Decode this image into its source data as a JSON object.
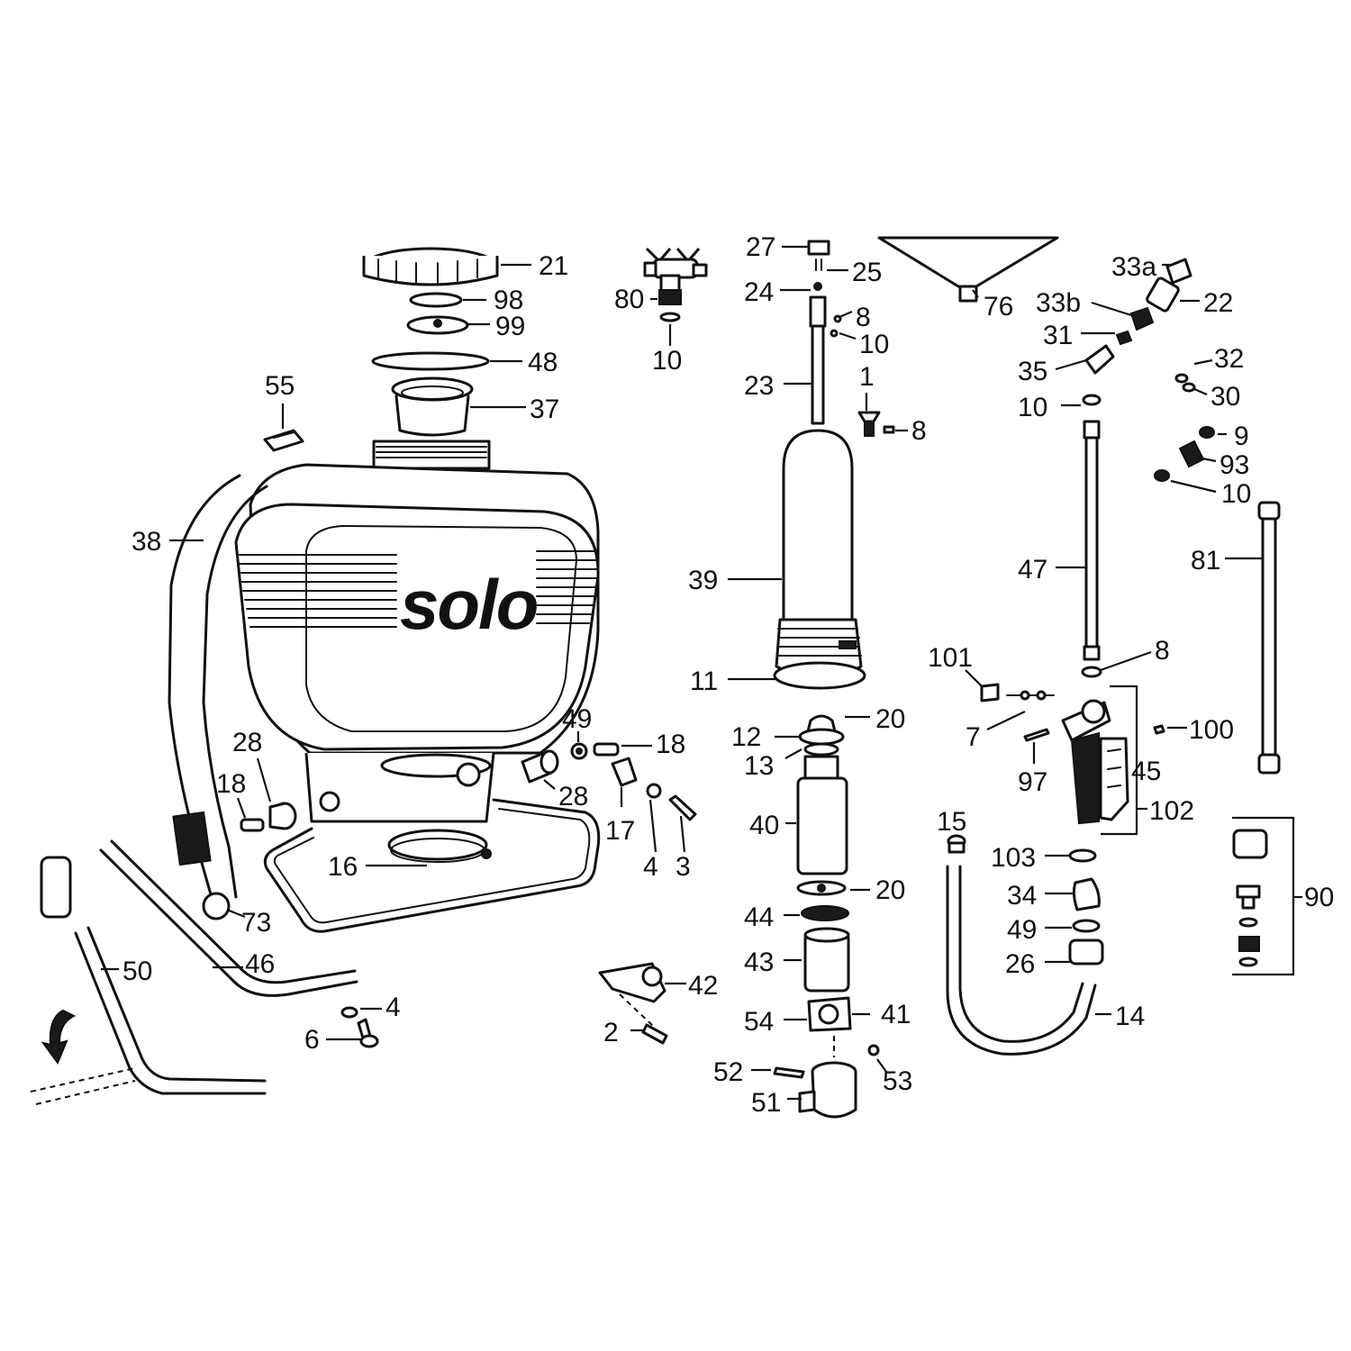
{
  "brand": {
    "logo_text": "solo"
  },
  "part_numbers": {
    "p21": "21",
    "p98": "98",
    "p99": "99",
    "p48": "48",
    "p37": "37",
    "p55": "55",
    "p38": "38",
    "p28a": "28",
    "p18a": "18",
    "p16": "16",
    "p73": "73",
    "p46": "46",
    "p50": "50",
    "p4a": "4",
    "p6": "6",
    "p49a": "49",
    "p18b": "18",
    "p28b": "28",
    "p17": "17",
    "p4b": "4",
    "p3": "3",
    "p42": "42",
    "p2": "2",
    "p80": "80",
    "p10a": "10",
    "p27": "27",
    "p25": "25",
    "p24": "24",
    "p8a": "8",
    "p10b": "10",
    "p23": "23",
    "p1": "1",
    "p8b": "8",
    "p39": "39",
    "p11": "11",
    "p20a": "20",
    "p12": "12",
    "p13": "13",
    "p40": "40",
    "p20b": "20",
    "p44": "44",
    "p43": "43",
    "p54": "54",
    "p41": "41",
    "p52": "52",
    "p53": "53",
    "p51": "51",
    "p76": "76",
    "p33a": "33a",
    "p22": "22",
    "p33b": "33b",
    "p31": "31",
    "p35": "35",
    "p32": "32",
    "p30": "30",
    "p10c": "10",
    "p9": "9",
    "p93": "93",
    "p10d": "10",
    "p47": "47",
    "p81": "81",
    "p8c": "8",
    "p101": "101",
    "p7": "7",
    "p100": "100",
    "p97": "97",
    "p45": "45",
    "p102": "102",
    "p15": "15",
    "p103": "103",
    "p34": "34",
    "p49b": "49",
    "p26": "26",
    "p14": "14",
    "p90": "90"
  }
}
